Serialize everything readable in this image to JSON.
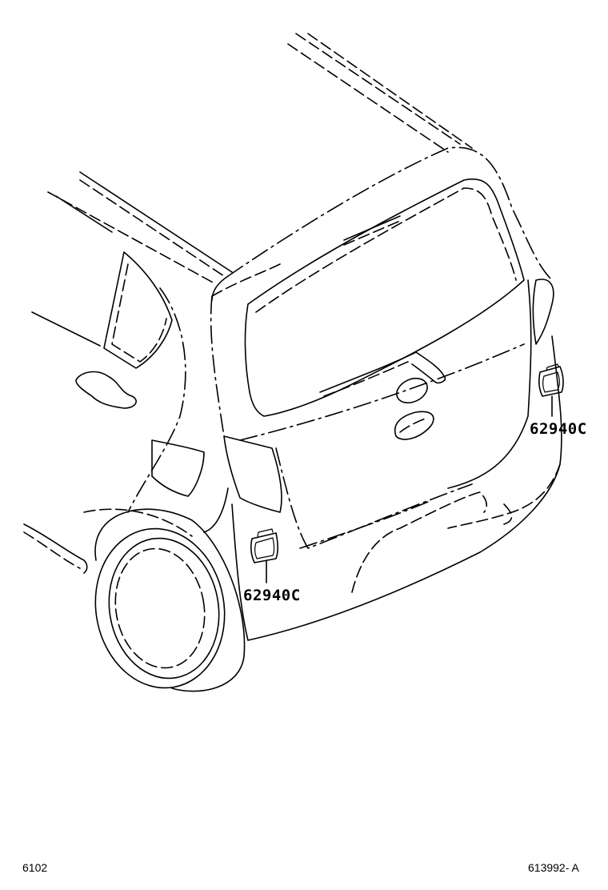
{
  "diagram": {
    "subject": "Vehicle rear view - rear bumper side reflector",
    "parts": [
      {
        "label": "62940C",
        "position": "right-rear-quarter"
      },
      {
        "label": "62940C",
        "position": "left-rear-quarter"
      }
    ]
  },
  "footer": {
    "left_code": "6102",
    "right_code": "613992- A"
  }
}
